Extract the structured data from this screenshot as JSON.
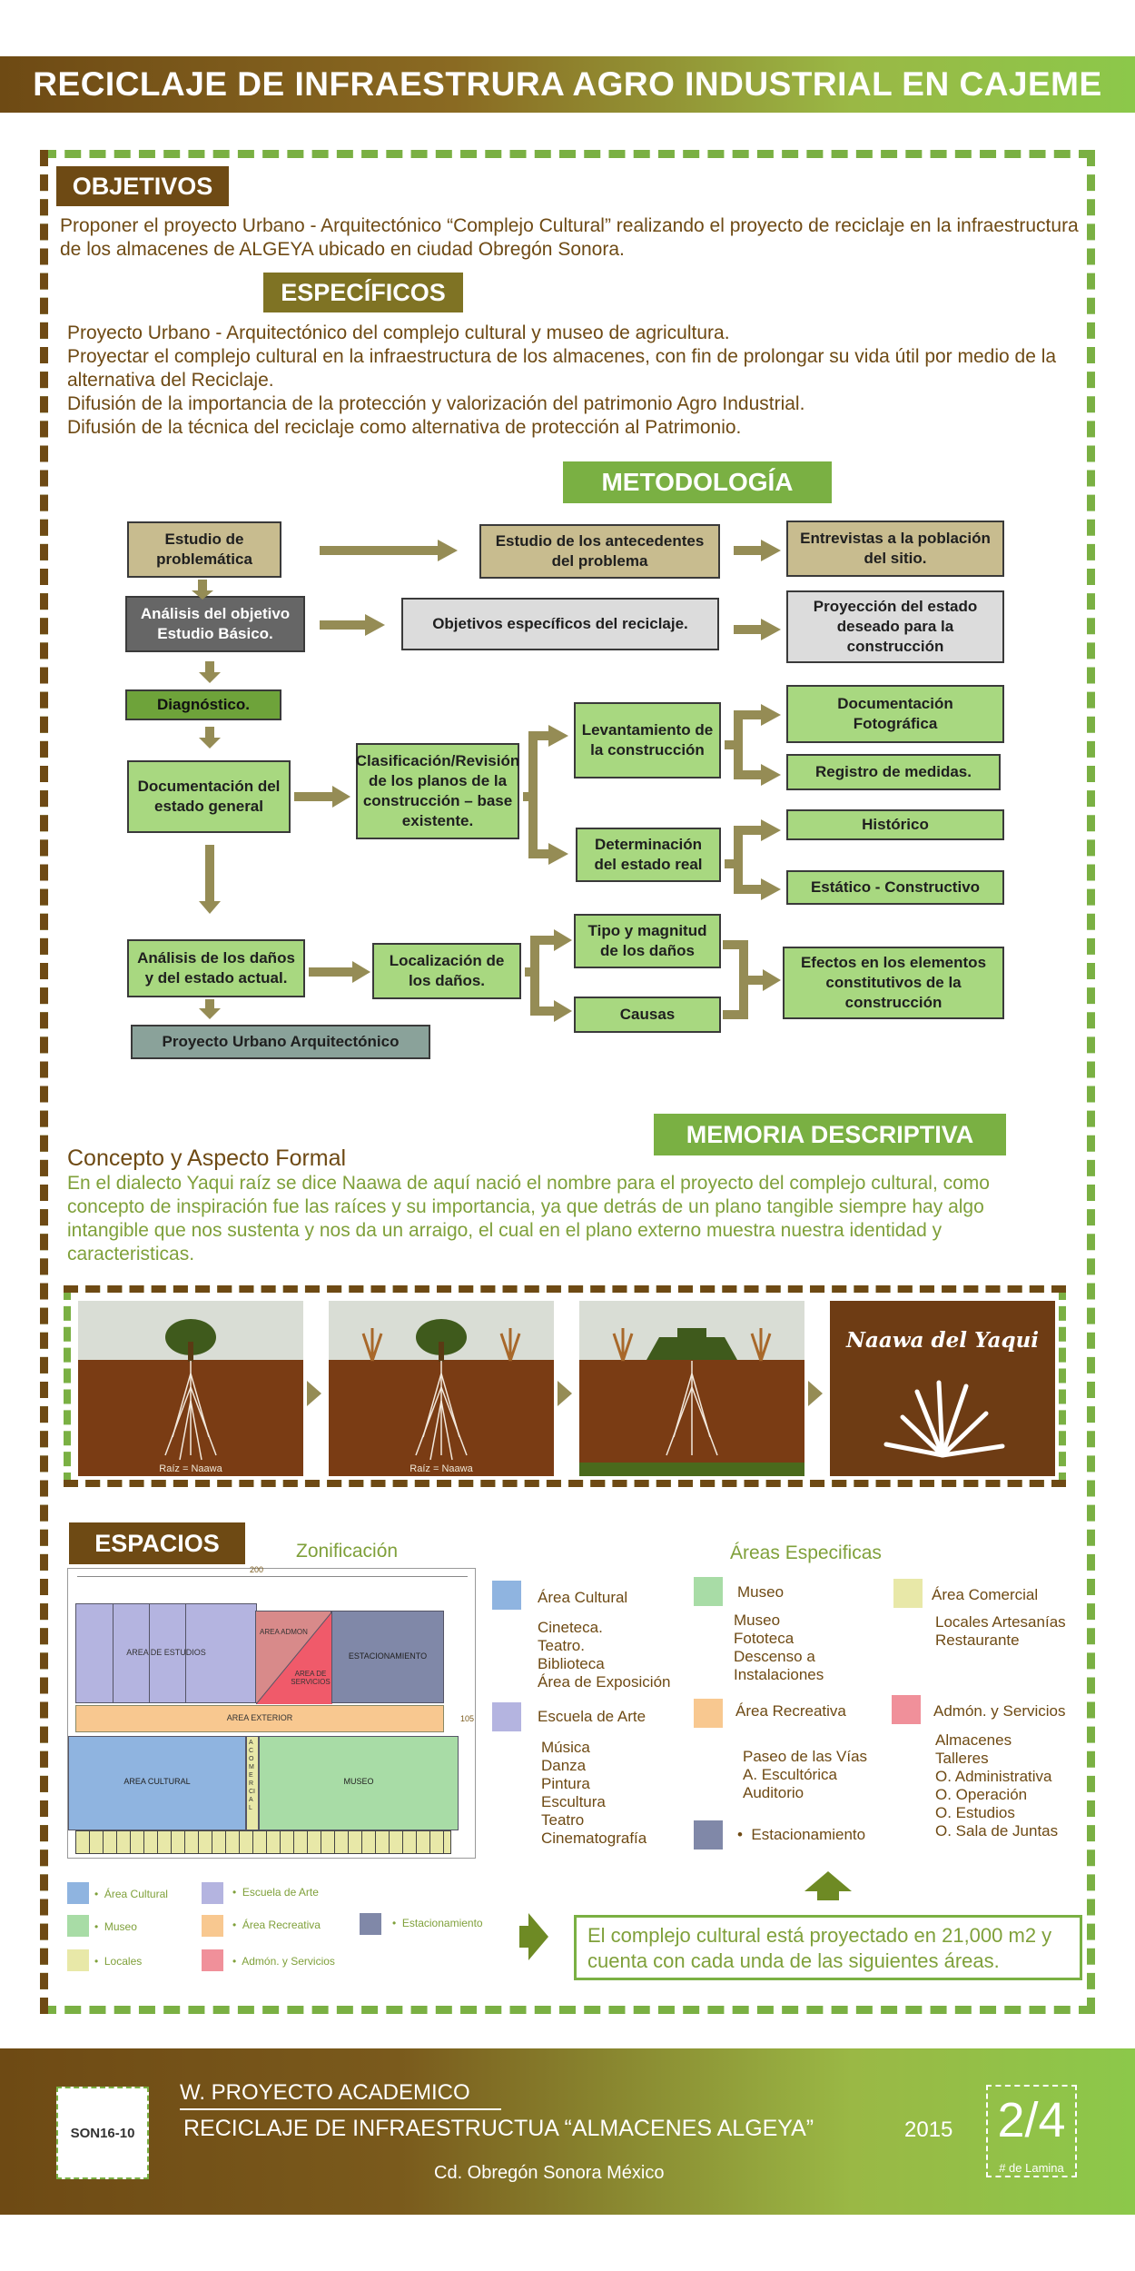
{
  "header": {
    "title": "RECICLAJE DE INFRAESTRURA AGRO INDUSTRIAL EN CAJEME"
  },
  "objetivos": {
    "tag": "OBJETIVOS",
    "text": "Proponer el proyecto Urbano - Arquitectónico “Complejo Cultural” realizando el proyecto de reciclaje en la infraestructura de los almacenes de  ALGEYA ubicado en  ciudad Obregón Sonora."
  },
  "especificos": {
    "tag": "ESPECÍFICOS",
    "items": [
      "Proyecto Urbano - Arquitectónico del complejo cultural y museo de agricultura.",
      "Proyectar el complejo cultural en la infraestructura de los almacenes, con fin de prolongar su vida útil por medio de la alternativa del Reciclaje.",
      "Difusión de la importancia de la protección y valorización del patrimonio Agro Industrial.",
      "Difusión de la técnica del reciclaje como alternativa  de protección al Patrimonio."
    ]
  },
  "metodologia": {
    "tag": "METODOLOGÍA",
    "boxes": {
      "estudio_problematica": "Estudio de problemática",
      "antecedentes": "Estudio de los antecedentes del problema",
      "entrevistas": "Entrevistas a la población del sitio.",
      "analisis_objetivo": "Análisis del objetivo Estudio Básico.",
      "objetivos_especificos": "Objetivos específicos del reciclaje.",
      "proyeccion": "Proyección del estado deseado para la construcción",
      "diagnostico": "Diagnóstico.",
      "documentacion_estado": "Documentación del estado general",
      "clasificacion": "Clasificación/Revisión de los planos de la construcción – base existente.",
      "levantamiento": "Levantamiento de la construcción",
      "doc_fotografica": "Documentación Fotográfica",
      "registro_medidas": "Registro de medidas.",
      "determinacion": "Determinación del estado real",
      "historico": "Histórico",
      "estatico": "Estático - Constructivo",
      "analisis_danos": "Análisis de los daños y del estado actual.",
      "localizacion": "Localización de los daños.",
      "tipo_magnitud": "Tipo y magnitud de los daños",
      "causas": "Causas",
      "efectos": "Efectos en los elementos constitutivos de la construcción",
      "proyecto_urbano": "Proyecto Urbano Arquitectónico"
    }
  },
  "memoria": {
    "tag": "MEMORIA DESCRIPTIVA",
    "subtitle": "Concepto y Aspecto Formal",
    "text": "En el dialecto Yaqui raíz se dice Naawa de aquí nació el nombre para el proyecto del complejo cultural, como concepto de inspiración fue  las raíces y su importancia, ya que detrás de un plano tangible siempre hay algo intangible que nos sustenta y nos da un arraigo,  el cual en el plano externo muestra nuestra identidad y caracteristicas.",
    "panel_caption_1": "Raíz   =   Naawa",
    "panel_caption_2": "Raíz   =   Naawa",
    "logo_text": "Naawa del Yaqui"
  },
  "espacios": {
    "tag": "ESPACIOS",
    "zonificacion": "Zonificación",
    "areas_especificas": "Áreas Especificas",
    "plan": {
      "dim_top": "200",
      "dim_side": "105",
      "area_estudios": "AREA DE ESTUDIOS",
      "area_admon": "AREA ADMON",
      "area_servicios": "AREA DE SERVICIOS",
      "estacionamiento": "ESTACIONAMIENTO",
      "area_exterior": "AREA EXTERIOR",
      "area_cultural": "AREA CULTURAL",
      "acomercial": "ACOMERCIAL",
      "museo": "MUSEO"
    },
    "groups": [
      {
        "title": "Área Cultural",
        "color": "#8fb4e0",
        "items": [
          "Cineteca.",
          "Teatro.",
          "Biblioteca",
          "Área de Exposición"
        ]
      },
      {
        "title": "Museo",
        "color": "#a8dca6",
        "items": [
          "Museo",
          "Fototeca",
          "Descenso a",
          "Instalaciones"
        ]
      },
      {
        "title": "Área Comercial",
        "color": "#e8e8a8",
        "items": [
          "Locales Artesanías",
          "Restaurante"
        ]
      },
      {
        "title": "Escuela de Arte",
        "color": "#b4b4e0",
        "items": [
          "Música",
          "Danza",
          "Pintura",
          "Escultura",
          "Teatro",
          "Cinematografía"
        ]
      },
      {
        "title": "Área Recreativa",
        "color": "#f8c890",
        "items": [
          "Paseo de las Vías",
          "A.  Escultórica",
          "Auditorio"
        ]
      },
      {
        "title": "Admón. y Servicios",
        "color": "#f0909a",
        "items": [
          "Almacenes",
          "Talleres",
          "O. Administrativa",
          "O. Operación",
          "O. Estudios",
          "O. Sala de Juntas"
        ]
      }
    ],
    "estacionamiento_item": "Estacionamiento",
    "estacionamiento_color": "#8088a8",
    "legend": [
      {
        "label": "Área Cultural",
        "color": "#8fb4e0"
      },
      {
        "label": "Escuela de Arte",
        "color": "#b4b4e0"
      },
      {
        "label": "Estacionamiento",
        "color": "#8088a8"
      },
      {
        "label": "Museo",
        "color": "#a8dca6"
      },
      {
        "label": "Área Recreativa",
        "color": "#f8c890"
      },
      {
        "label": "Locales",
        "color": "#e8e8a8"
      },
      {
        "label": "Admón. y Servicios",
        "color": "#f0909a"
      }
    ],
    "summary": "El complejo cultural está proyectado en 21,000 m2 y cuenta con cada unda de las siguientes áreas."
  },
  "footer": {
    "code": "SON16-10",
    "line1": "W. PROYECTO ACADEMICO",
    "line2": "RECICLAJE DE INFRAESTRUCTUA “ALMACENES ALGEYA”",
    "year": "2015",
    "line3": "Cd. Obregón Sonora México",
    "sheet": "2/4",
    "sheet_label": "# de Lamina"
  }
}
